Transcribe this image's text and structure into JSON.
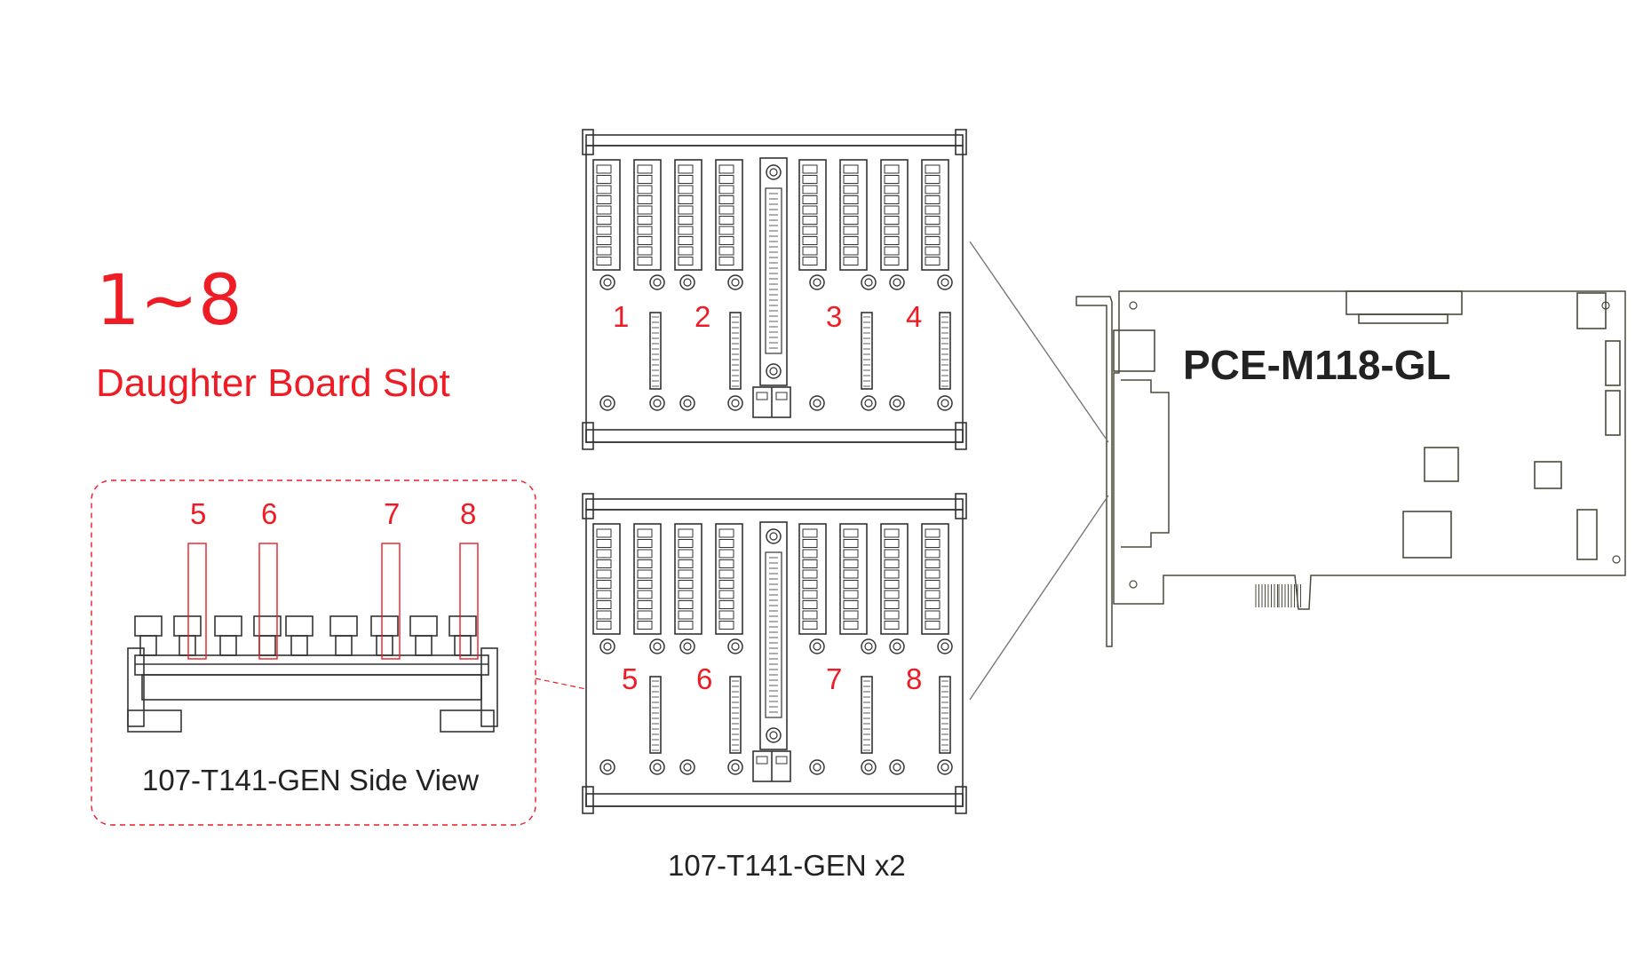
{
  "diagram": {
    "slot_range": "1~8",
    "slot_title": "Daughter Board Slot",
    "side_view_caption": "107-T141-GEN Side View",
    "board_caption": "107-T141-GEN x2",
    "card_model": "PCE-M118-GL",
    "top_board_slots": [
      "1",
      "2",
      "3",
      "4"
    ],
    "bottom_board_slots": [
      "5",
      "6",
      "7",
      "8"
    ],
    "side_view_slots": [
      "5",
      "6",
      "7",
      "8"
    ],
    "colors": {
      "accent": "#ee1c25",
      "line": "#333333",
      "card_line": "#4a4a3a"
    }
  }
}
